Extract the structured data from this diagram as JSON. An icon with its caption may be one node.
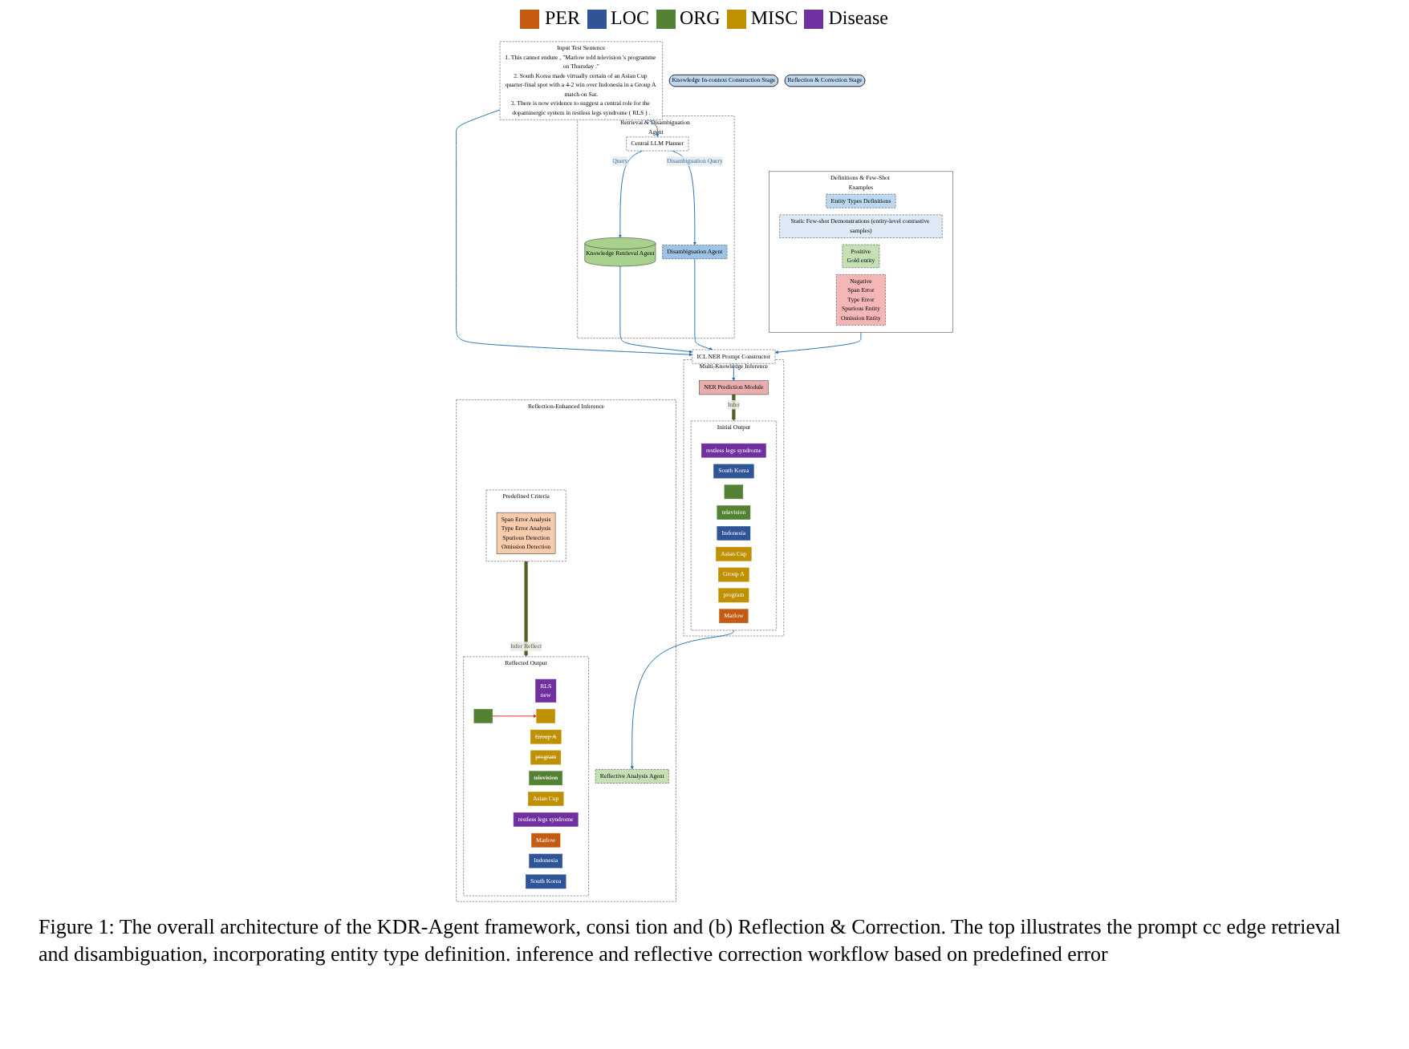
{
  "diagram": {
    "caption": "Figure 1: The overall architecture of the KDR-Agent framework, consi tion and (b) Reflection & Correction. The top illustrates the prompt cc edge retrieval and disambiguation, incorporating entity type definition. inference and reflective correction workflow based on predefined error",
    "nodes": [
      {
        "text": [
          "Input Test Sentence",
          "1. This cannot endure , \"Marlow told television 's programme on Thursday .\"",
          "2. South Korea made virtually certain of an Asian Cup quarter-final spot with a 4-2 win over Indonesia in a Group A match on Sat.",
          "3. There is now evidence to suggest a central role for the dopaminergic system in restless legs syndrome ( RLS ) ."
        ]
      },
      {
        "text": [
          "Knowledge In-context Construction Stage"
        ]
      },
      {
        "text": [
          "Definitions & Few-Shot Examples"
        ]
      },
      {
        "text": [
          "Entity Types Definitions"
        ],
        "in": 2
      },
      {
        "text": [
          "Static Few-shot Demonstrations (entity-level contrastive samples)"
        ],
        "in": 2
      },
      {
        "text": [
          "Positive",
          "Gold entity"
        ],
        "in": 2
      },
      {
        "text": [
          "Negative",
          "Span Error",
          "Type Error",
          "Spurious Entity",
          "Omission Entity"
        ],
        "in": 2
      },
      {
        "text": [
          "Retrieval & Disambiguation Agent"
        ]
      },
      {
        "text": [
          "Central LLM Planner"
        ],
        "in": 7
      },
      {
        "text": [
          "Knowledge Retrieval Agent"
        ],
        "in": 7
      },
      {
        "text": [
          "Disambiguation Agent"
        ],
        "in": 7
      },
      {
        "text": [
          "Reflection & Correction Stage"
        ]
      },
      {
        "text": [
          "ICL NER Prompt Constructor"
        ]
      },
      {
        "text": [
          "Multi-Knowledge Inference"
        ]
      },
      {
        "text": [
          "Initial Output"
        ],
        "in": 13
      },
      {
        "text": [
          "restless legs syndrome"
        ],
        "in": 14
      },
      {
        "text": [
          "South Korea"
        ],
        "in": 14
      },
      {
        "text": [],
        "shape": "box",
        "in": 14
      },
      {
        "text": [
          "television"
        ],
        "in": 14
      },
      {
        "text": [
          "Indonesia"
        ],
        "in": 14
      },
      {
        "text": [
          "Asian Cup"
        ],
        "in": 14
      },
      {
        "text": [
          "Group A"
        ],
        "in": 14
      },
      {
        "text": [
          "program"
        ],
        "in": 14
      },
      {
        "text": [
          "Marlow"
        ],
        "in": 14
      },
      {
        "text": [
          "NER Prediction Module"
        ],
        "in": 13
      },
      {
        "text": [
          "Reflection-Enhanced Inference"
        ]
      },
      {
        "text": [
          "Reflective Analysis Agent"
        ],
        "in": 25
      },
      {
        "text": [
          "Predefined Criteria"
        ],
        "in": 25
      },
      {
        "text": [
          "Span Error Analysis",
          "Type Error Analysis",
          "Spurious Detection",
          "Omission Detection"
        ],
        "in": 27
      },
      {
        "text": [
          "Reflected Output"
        ],
        "in": 25
      },
      {
        "text": [
          "RLS",
          "new"
        ],
        "in": 29
      },
      {
        "text": [
          "Group A"
        ],
        "in": 29
      },
      {
        "text": [
          "program"
        ],
        "in": 29
      },
      {
        "text": [],
        "shape": "box",
        "in": 29
      },
      {
        "text": [],
        "shape": "box",
        "in": 29
      },
      {
        "text": [
          "television"
        ],
        "in": 29
      },
      {
        "text": [
          "Asian Cup"
        ],
        "in": 29
      },
      {
        "text": [
          "restless legs syndrome"
        ],
        "in": 29
      },
      {
        "text": [
          "Marlow"
        ],
        "in": 29
      },
      {
        "text": [
          "Indonesia"
        ],
        "in": 29
      },
      {
        "text": [
          "South Korea"
        ],
        "in": 29
      }
    ],
    "edges": [
      {
        "from": 0,
        "to": 8,
        "arrow": "to"
      },
      {
        "from": 0,
        "to": 12,
        "arrow": "to"
      },
      {
        "from": 8,
        "to": 9,
        "label": "Query",
        "arrow": "to"
      },
      {
        "from": 8,
        "to": 10,
        "label": "Disambiguation Query",
        "arrow": "to"
      },
      {
        "from": 2,
        "to": 12,
        "arrow": "to"
      },
      {
        "from": 9,
        "to": 12,
        "arrow": "to"
      },
      {
        "from": 10,
        "to": 12,
        "arrow": "to"
      },
      {
        "from": 12,
        "to": 24,
        "arrow": "to"
      },
      {
        "from": 24,
        "to": 14,
        "label": "Infer",
        "arrow": "to",
        "style": "thick",
        "color": "#4f6228"
      },
      {
        "from": 14,
        "to": 26,
        "arrow": "to"
      },
      {
        "from": 27,
        "to": 29,
        "label": "Infer Reflect",
        "arrow": "to",
        "style": "thick",
        "color": "#4f6228"
      },
      {
        "from": 33,
        "to": 34,
        "arrow": "to",
        "color": "#e02020"
      }
    ],
    "legend": [
      {
        "text": "PER",
        "color": "#c55a11"
      },
      {
        "text": "LOC",
        "color": "#2f5597"
      },
      {
        "text": "ORG",
        "color": "#548235"
      },
      {
        "text": "MISC",
        "color": "#bf9000"
      },
      {
        "text": "Disease",
        "color": "#7030a0"
      }
    ]
  }
}
